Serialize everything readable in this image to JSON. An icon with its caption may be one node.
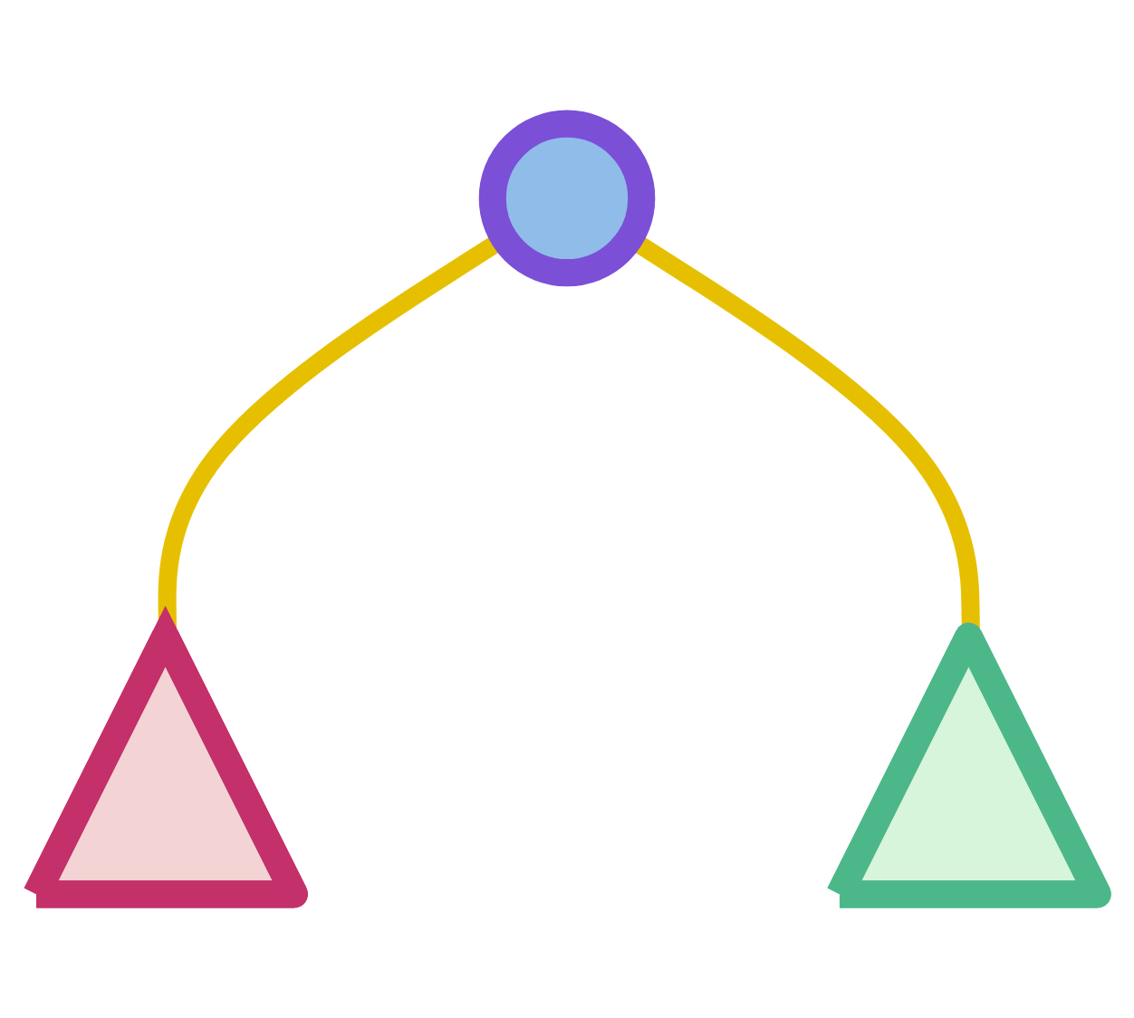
{
  "diagram": {
    "nodes": [
      {
        "text": [],
        "shape": "circle"
      },
      {
        "text": [],
        "shape": "triangle"
      },
      {
        "text": [],
        "shape": "triangle"
      }
    ],
    "edges": [
      {
        "from": 0,
        "to": 1,
        "arrow": "none"
      },
      {
        "from": 0,
        "to": 2,
        "arrow": "none"
      }
    ]
  }
}
